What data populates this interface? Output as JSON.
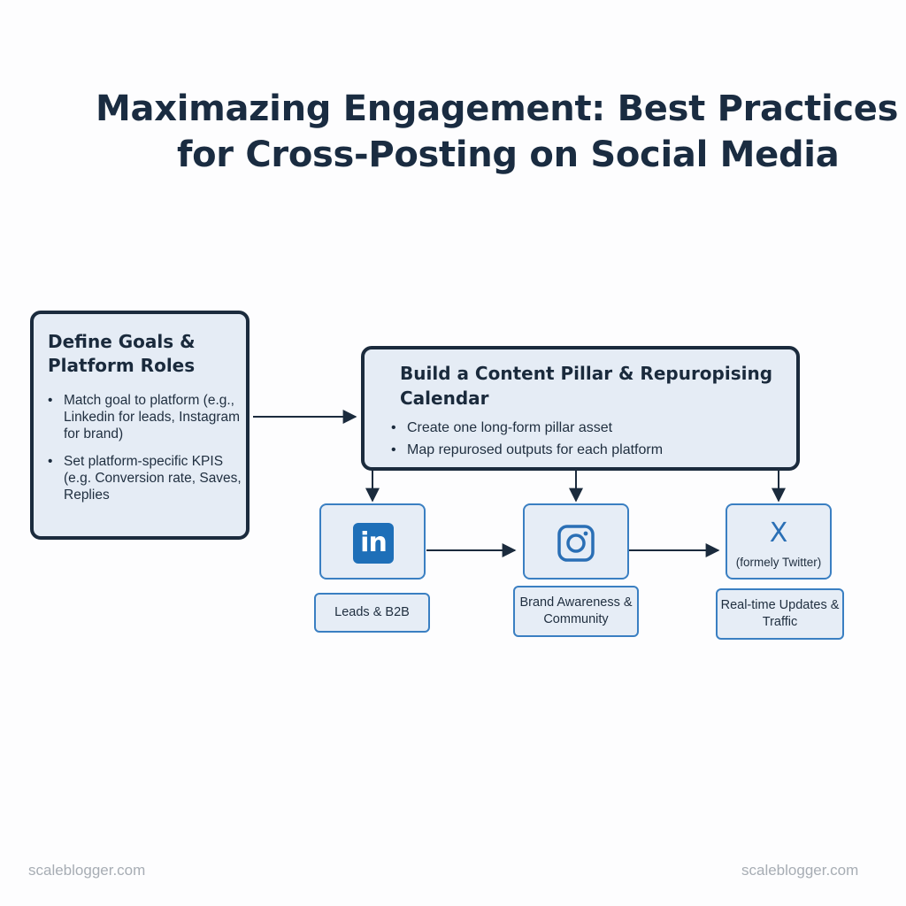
{
  "title": {
    "line1": "Maximazing Engagement: Best Practices",
    "line2": "for Cross-Posting on Social Media"
  },
  "goals_box": {
    "heading": "Define Goals & Platform Roles",
    "bullets": [
      "Match goal to platform (e.g., Linkedin for leads, Instagram for brand)",
      "Set platform-specific KPIS (e.g. Conversion rate, Saves, Replies"
    ]
  },
  "pillar_box": {
    "heading": "Build a Content Pillar & Repuropising Calendar",
    "bullets": [
      "Create one long-form pillar asset",
      "Map repurosed outputs for each platform"
    ]
  },
  "platforms": {
    "linkedin": {
      "icon": "linkedin-icon",
      "logo_text": "in",
      "label": "Leads & B2B"
    },
    "instagram": {
      "icon": "instagram-icon",
      "label": "Brand Awareness & Community"
    },
    "x": {
      "icon": "x-icon",
      "logo_text": "X",
      "subtitle": "(formely Twitter)",
      "label": "Real-time Updates & Traffic"
    }
  },
  "footer": {
    "left": "scaleblogger.com",
    "right": "scaleblogger.com"
  },
  "colors": {
    "dark_navy": "#1b2b3d",
    "box_fill": "#e5ecf5",
    "accent_blue": "#3a7fc2",
    "linkedin_blue": "#1e6fb8",
    "footer_gray": "#a7adb4"
  }
}
